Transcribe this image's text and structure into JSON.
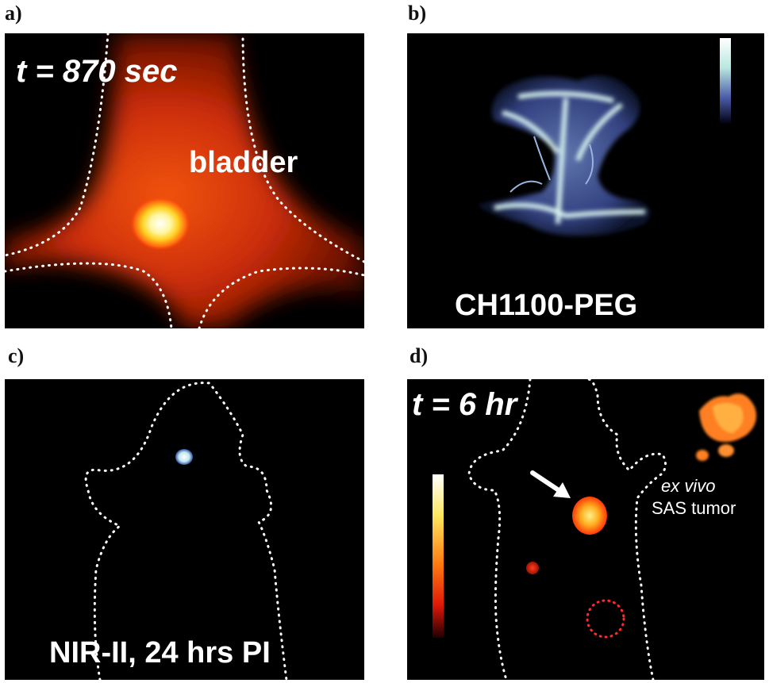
{
  "panels": {
    "a": {
      "label": "a)",
      "time": "t = 870 sec",
      "organ": "bladder"
    },
    "b": {
      "label": "b)",
      "probe": "CH1100-PEG"
    },
    "c": {
      "label": "c)",
      "caption": "NIR-II, 24 hrs PI"
    },
    "d": {
      "label": "d)",
      "time": "t = 6 hr",
      "exvivo_line1": "ex vivo",
      "exvivo_line2": "SAS tumor"
    }
  },
  "colors": {
    "background": "#000000",
    "fluorescence_hot": "#ff3a10",
    "fluorescence_cool": "#c8e6f0",
    "outline": "#ffffff",
    "tumor_marker": "#ff2a2a"
  },
  "icons": [
    "arrow-icon",
    "colorbar-blue",
    "colorbar-hot"
  ]
}
